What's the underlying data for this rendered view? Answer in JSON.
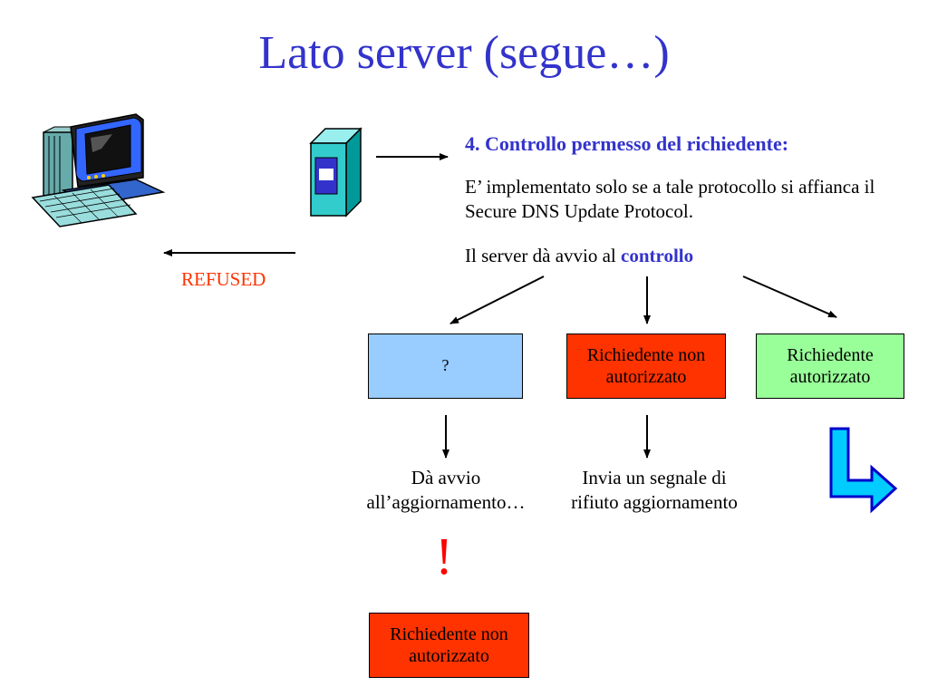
{
  "title": "Lato server (segue…)",
  "heading": "4. Controllo permesso del richiedente:",
  "para1": "E’ implementato solo se a tale protocollo si affianca il Secure DNS Update Protocol.",
  "para2_prefix": "Il server dà avvio al ",
  "para2_highlight": "controllo",
  "refused": "REFUSED",
  "boxes": {
    "unknown": "?",
    "not_authorized": "Richiedente non autorizzato",
    "authorized": "Richiedente autorizzato",
    "not_authorized_bottom": "Richiedente non autorizzato"
  },
  "captions": {
    "start_update": "Dà avvio all’aggiornamento…",
    "refuse_signal": "Invia un segnale di rifiuto aggiornamento"
  },
  "exclamation": "!",
  "icons": [
    "computer-icon",
    "server-icon",
    "turn-right-arrow-icon"
  ],
  "colors": {
    "title": "#3333cc",
    "refused": "#ff3300",
    "box_unknown": "#99ccff",
    "box_not_authorized": "#ff3300",
    "box_authorized": "#99ff99",
    "exclamation": "#ff0000"
  }
}
